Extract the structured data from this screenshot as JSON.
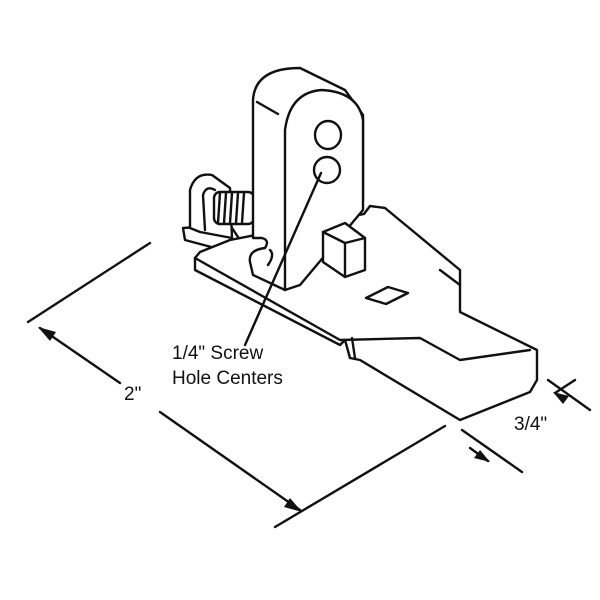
{
  "diagram": {
    "subject": "latch-part",
    "callout": {
      "line1": "1/4\" Screw",
      "line2": "Hole Centers"
    },
    "dimensions": {
      "length": "2\"",
      "width": "3/4\""
    },
    "colors": {
      "line": "#111111",
      "background": "#ffffff"
    }
  }
}
